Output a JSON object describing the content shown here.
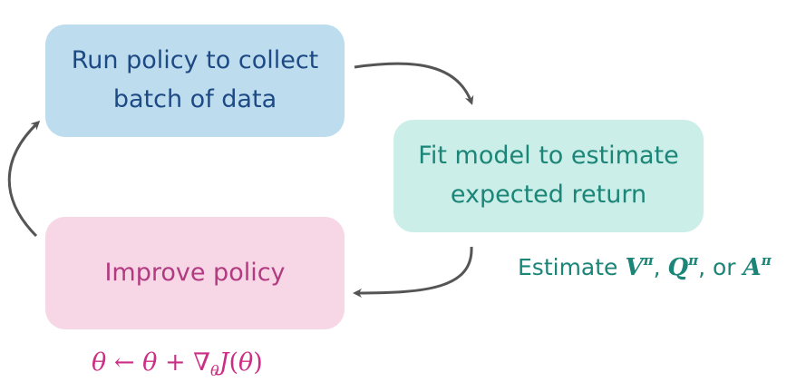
{
  "boxes": {
    "collect": {
      "line1": "Run policy to collect",
      "line2": "batch of data",
      "fill": "#bddcee",
      "text_color": "#1d4a85"
    },
    "fit": {
      "line1": "Fit model to estimate",
      "line2": "expected return",
      "fill": "#cceee9",
      "text_color": "#1b8577"
    },
    "improve": {
      "line1": "Improve policy",
      "fill": "#f7d6e6",
      "text_color": "#b23a80"
    }
  },
  "annotations": {
    "estimate": {
      "prefix": "Estimate",
      "v": "V",
      "q": "Q",
      "a": "A",
      "pi": "π",
      "comma": ",",
      "or": "or"
    },
    "update_rule": {
      "theta": "θ",
      "arrow": "←",
      "plus": "+",
      "nabla": "∇",
      "j": "J",
      "open_paren": "(",
      "close_paren": ")"
    }
  },
  "colors": {
    "arrow": "#555555",
    "estimate_text": "#1b8577",
    "update_rule_text": "#cc2e86"
  }
}
